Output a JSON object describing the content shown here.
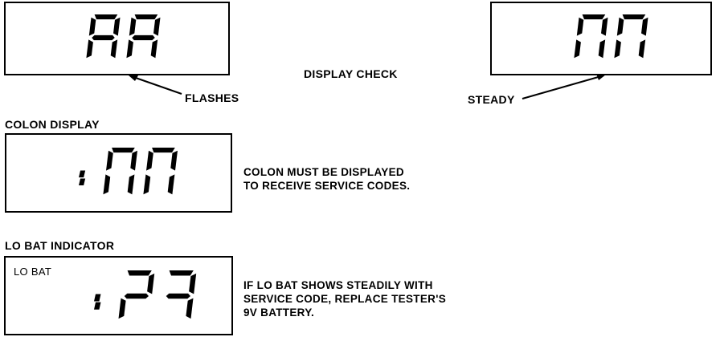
{
  "display_check": {
    "title": "DISPLAY CHECK",
    "flashes": {
      "digits": "88",
      "label": "FLASHES"
    },
    "steady": {
      "digits": "00",
      "label": "STEADY"
    }
  },
  "colon_display": {
    "heading": "COLON DISPLAY",
    "digits": "00",
    "colon": true,
    "note": [
      "COLON MUST BE DISPLAYED",
      "TO RECEIVE SERVICE CODES."
    ]
  },
  "lo_bat": {
    "heading": "LO BAT INDICATOR",
    "tag": "LO BAT",
    "digits": "23",
    "colon": true,
    "note": [
      "IF LO BAT SHOWS STEADILY WITH",
      "SERVICE CODE, REPLACE TESTER'S",
      "9V BATTERY."
    ]
  }
}
